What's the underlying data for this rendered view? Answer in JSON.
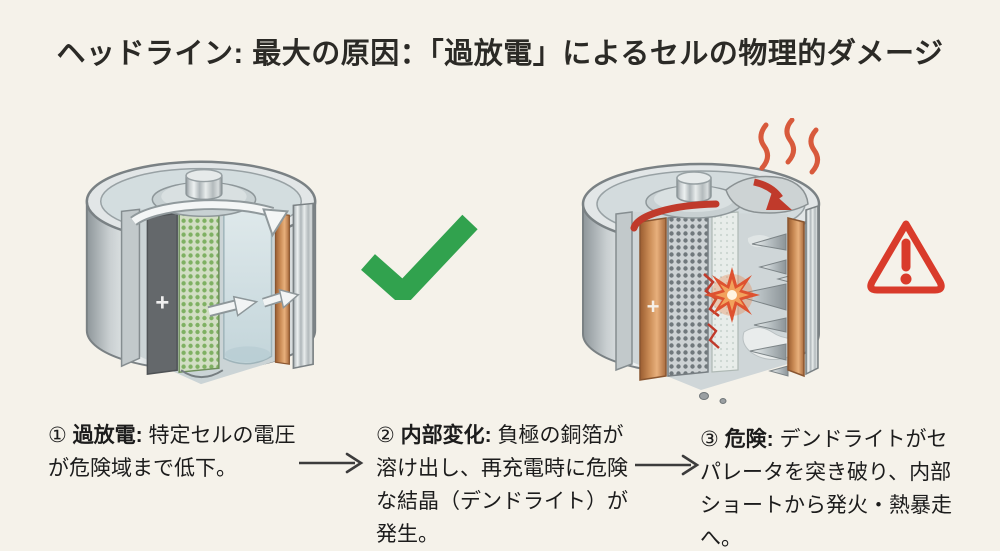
{
  "headline": "ヘッドライン: 最大の原因：「過放電」によるセルの物理的ダメージ",
  "steps": [
    {
      "num": "①",
      "label": "過放電:",
      "body": " 特定セルの電圧が危険域まで低下。"
    },
    {
      "num": "②",
      "label": "内部変化:",
      "body": " 負極の銅箔が溶け出し、再充電時に危険な結晶（デンドライト）が発生。"
    },
    {
      "num": "③",
      "label": "危険:",
      "body": " デンドライトがセパレータを突き破り、内部ショートから発火・熱暴走へ。"
    }
  ],
  "battery_left": {
    "plus_label": "+"
  },
  "battery_right": {
    "plus_label": "+"
  },
  "colors": {
    "background": "#F5F2EA",
    "headline_text": "#2B2A26",
    "body_text": "#1C1C1C",
    "check_green": "#31A24E",
    "warning_red": "#D93B2B",
    "danger_accent": "#C03A2B",
    "copper": "#C98A54",
    "silver": "#C4CACC",
    "flow_arrow": "#3C3C3C"
  }
}
